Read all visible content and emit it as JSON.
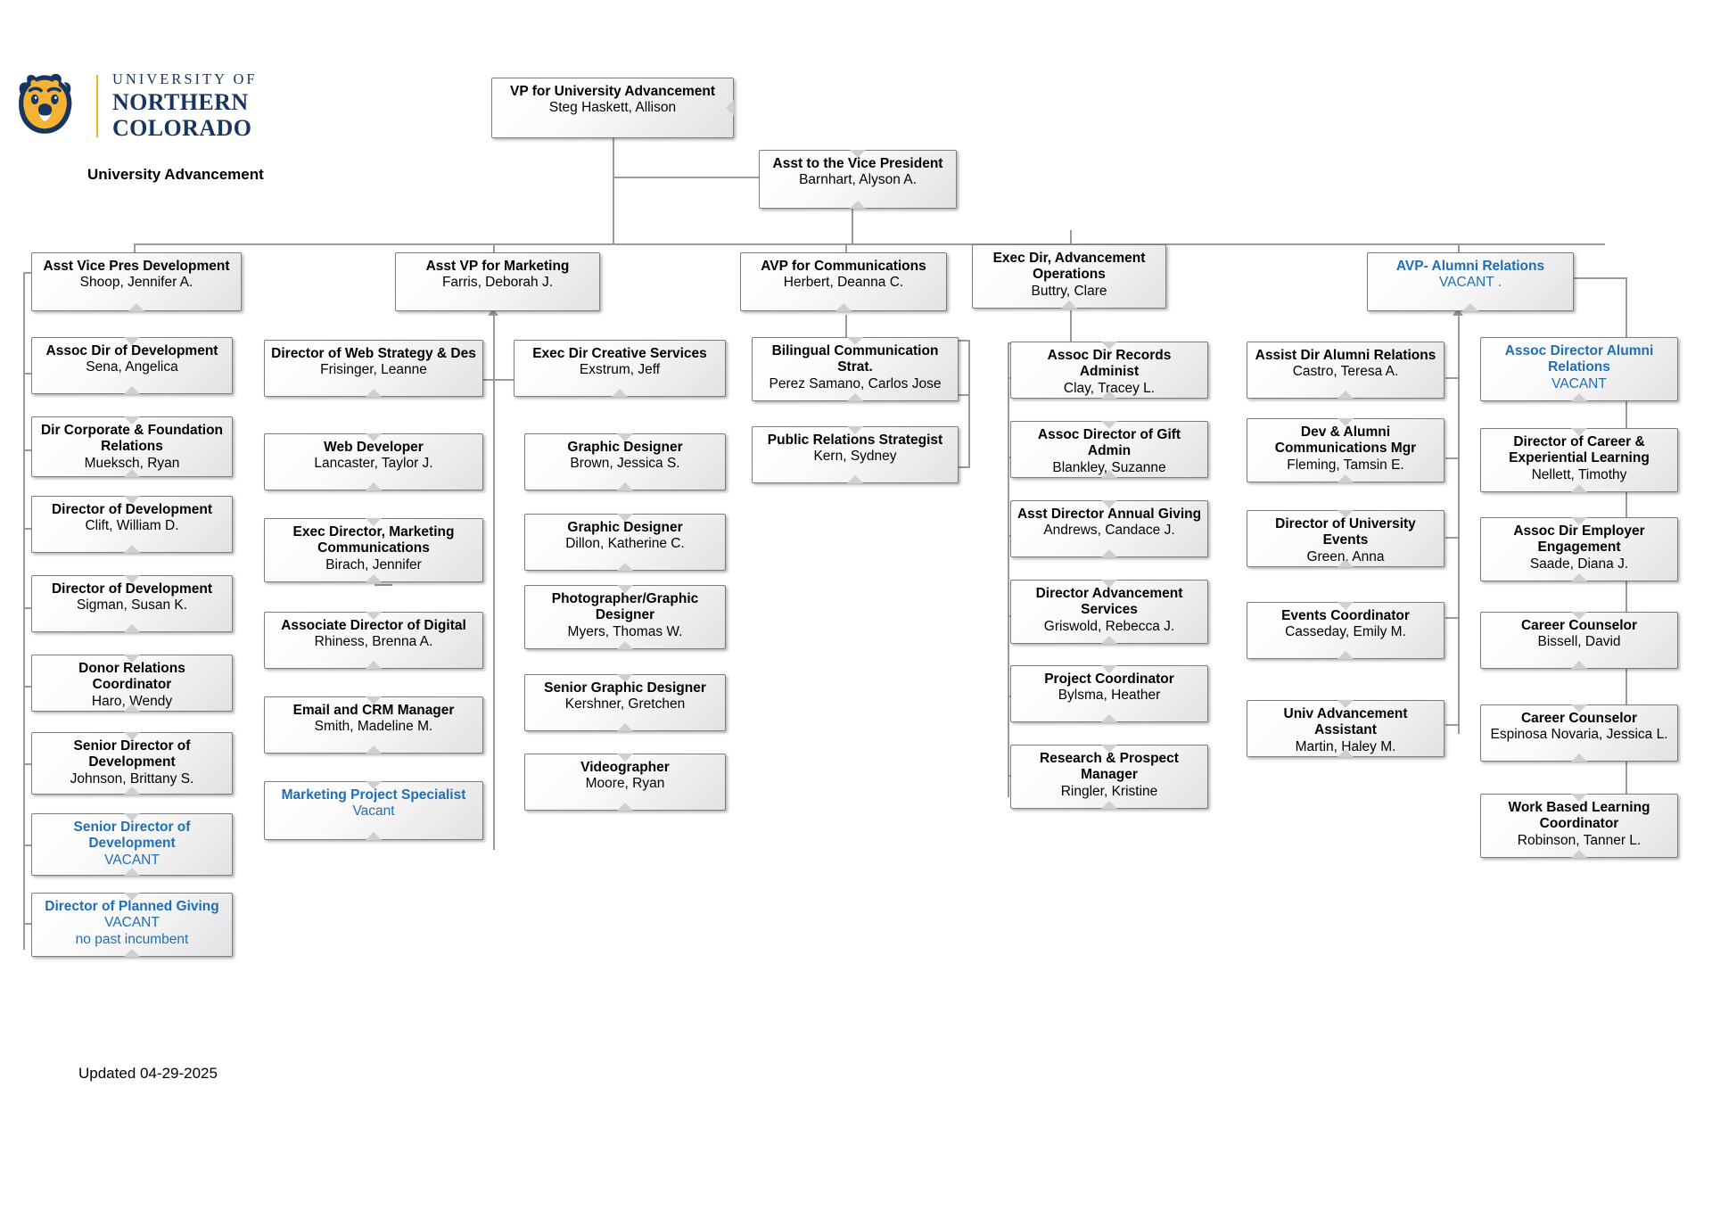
{
  "branding": {
    "logo_line1": "UNIVERSITY OF",
    "logo_line2": "NORTHERN",
    "logo_line3": "COLORADO",
    "logo_icon": "bear-mascot-icon",
    "navy": "#17355f",
    "gold": "#f2b522"
  },
  "page": {
    "department_title": "University Advancement",
    "updated": "Updated 04-29-2025",
    "vacant_color": "#1f6fb5",
    "box_border_color": "#7d7d7d",
    "connector_color": "#9a9a9a"
  },
  "nodes": {
    "vp": {
      "title": "VP for University Advancement",
      "name": "Steg Haskett, Allison",
      "vacant": false
    },
    "asst_vp_office": {
      "title": "Asst to the Vice President",
      "name": "Barnhart, Alyson A.",
      "vacant": false
    },
    "dev_head": {
      "title": "Asst Vice Pres Development",
      "name": "Shoop, Jennifer A.",
      "vacant": false
    },
    "dev_1": {
      "title": "Assoc Dir of Development",
      "name": "Sena, Angelica",
      "vacant": false
    },
    "dev_2": {
      "title": "Dir Corporate & Foundation\nRelations",
      "name": "Mueksch, Ryan",
      "vacant": false
    },
    "dev_3": {
      "title": "Director of Development",
      "name": "Clift, William D.",
      "vacant": false
    },
    "dev_4": {
      "title": "Director of Development",
      "name": "Sigman, Susan K.",
      "vacant": false
    },
    "dev_5": {
      "title": "Donor Relations Coordinator",
      "name": "Haro, Wendy",
      "vacant": false
    },
    "dev_6": {
      "title": "Senior Director of\nDevelopment",
      "name": "Johnson, Brittany S.",
      "vacant": false
    },
    "dev_7": {
      "title": "Senior Director of\nDevelopment",
      "name": "VACANT",
      "vacant": true
    },
    "dev_8": {
      "title": "Director of Planned Giving",
      "name": "VACANT",
      "note": "no past incumbent",
      "vacant": true
    },
    "mkt_head": {
      "title": "Asst VP for Marketing",
      "name": "Farris, Deborah J.",
      "vacant": false
    },
    "mkt_1": {
      "title": "Director of Web Strategy & Des",
      "name": "Frisinger, Leanne",
      "vacant": false
    },
    "mkt_2": {
      "title": "Web Developer",
      "name": "Lancaster, Taylor J.",
      "vacant": false
    },
    "mkt_3": {
      "title": "Exec Director, Marketing\nCommunications",
      "name": "Birach, Jennifer",
      "vacant": false
    },
    "mkt_4": {
      "title": "Associate Director of Digital",
      "name": "Rhiness, Brenna A.",
      "vacant": false
    },
    "mkt_5": {
      "title": "Email and CRM Manager",
      "name": "Smith, Madeline M.",
      "vacant": false
    },
    "mkt_6": {
      "title": "Marketing Project Specialist",
      "name": "Vacant",
      "vacant": true
    },
    "cre_1": {
      "title": "Exec Dir Creative Services",
      "name": "Exstrum, Jeff",
      "vacant": false
    },
    "cre_2": {
      "title": "Graphic Designer",
      "name": "Brown, Jessica S.",
      "vacant": false
    },
    "cre_3": {
      "title": "Graphic Designer",
      "name": "Dillon, Katherine C.",
      "vacant": false
    },
    "cre_4": {
      "title": "Photographer/Graphic\nDesigner",
      "name": "Myers, Thomas W.",
      "vacant": false
    },
    "cre_5": {
      "title": "Senior Graphic Designer",
      "name": "Kershner, Gretchen",
      "vacant": false
    },
    "cre_6": {
      "title": "Videographer",
      "name": "Moore, Ryan",
      "vacant": false
    },
    "com_head": {
      "title": "AVP for Communications",
      "name": "Herbert, Deanna C.",
      "vacant": false
    },
    "com_1": {
      "title": "Bilingual Communication\nStrat.",
      "name": "Perez Samano, Carlos Jose",
      "vacant": false
    },
    "com_2": {
      "title": "Public Relations Strategist",
      "name": "Kern, Sydney",
      "vacant": false
    },
    "ops_head": {
      "title": "Exec Dir, Advancement\nOperations",
      "name": "Buttry, Clare",
      "vacant": false
    },
    "ops_1": {
      "title": "Assoc Dir Records Administ",
      "name": "Clay, Tracey L.",
      "vacant": false
    },
    "ops_2": {
      "title": "Assoc Director of Gift Admin",
      "name": "Blankley, Suzanne",
      "vacant": false
    },
    "ops_3": {
      "title": "Asst Director Annual Giving",
      "name": "Andrews, Candace J.",
      "vacant": false
    },
    "ops_4": {
      "title": "Director Advancement\nServices",
      "name": "Griswold, Rebecca J.",
      "vacant": false
    },
    "ops_5": {
      "title": "Project Coordinator",
      "name": "Bylsma, Heather",
      "vacant": false
    },
    "ops_6": {
      "title": "Research & Prospect\nManager",
      "name": "Ringler, Kristine",
      "vacant": false
    },
    "alum_head": {
      "title": "AVP- Alumni Relations",
      "name": "VACANT .",
      "vacant": true
    },
    "alum_1": {
      "title": "Assist Dir Alumni Relations",
      "name": "Castro, Teresa A.",
      "vacant": false
    },
    "alum_2": {
      "title": "Dev & Alumni\nCommunications Mgr",
      "name": "Fleming, Tamsin E.",
      "vacant": false
    },
    "alum_3": {
      "title": "Director of University Events",
      "name": "Green, Anna",
      "vacant": false
    },
    "alum_4": {
      "title": "Events Coordinator",
      "name": "Casseday, Emily M.",
      "vacant": false
    },
    "alum_5": {
      "title": "Univ Advancement Assistant",
      "name": "Martin, Haley M.",
      "vacant": false
    },
    "car_head": {
      "title": "Assoc Director Alumni\nRelations",
      "name": "VACANT",
      "vacant": true
    },
    "car_1": {
      "title": "Director of Career &\nExperiential Learning",
      "name": "Nellett, Timothy",
      "vacant": false
    },
    "car_2": {
      "title": "Assoc Dir Employer\nEngagement",
      "name": "Saade, Diana J.",
      "vacant": false
    },
    "car_3": {
      "title": "Career Counselor",
      "name": "Bissell, David",
      "vacant": false
    },
    "car_4": {
      "title": "Career Counselor",
      "name": "Espinosa Novaria, Jessica L.",
      "vacant": false
    },
    "car_5": {
      "title": "Work Based Learning\nCoordinator",
      "name": "Robinson, Tanner L.",
      "vacant": false
    }
  }
}
